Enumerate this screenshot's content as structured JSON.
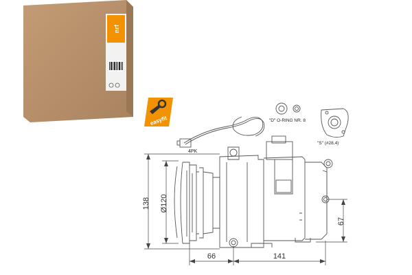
{
  "brand": {
    "logo_text": "nrf",
    "badge_text": "easyfit"
  },
  "drawing": {
    "connector_label": "4PK",
    "oring_label": "\"D\" O-RING NR. 8",
    "s_label": "\"S\" (#28,4)",
    "dim_height_outer": "138",
    "dim_diameter": "Ø120",
    "dim_side": "67",
    "dim_bottom_left": "66",
    "dim_bottom_right": "141"
  },
  "colors": {
    "cardboard": "#b58f6a",
    "cardboard_dark": "#9c7755",
    "badge_orange": "#f39200",
    "line": "#555555"
  }
}
